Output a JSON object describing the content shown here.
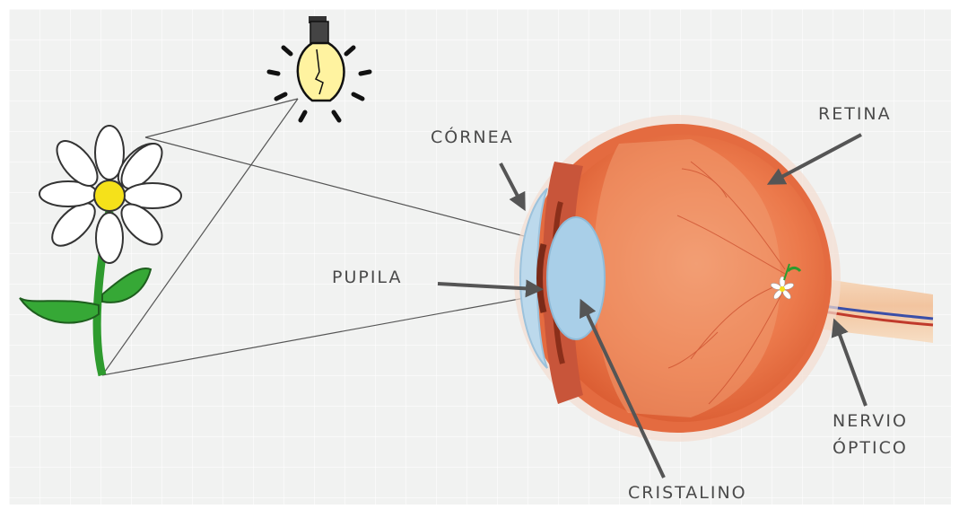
{
  "labels": {
    "cornea": "CÓRNEA",
    "retina": "RETINA",
    "pupila": "PUPILA",
    "cristalino": "CRISTALINO",
    "nervio_line1": "NERVIO",
    "nervio_line2": "ÓPTICO"
  },
  "colors": {
    "background": "#f1f2f1",
    "eye_outer": "#e9673c",
    "eye_inner": "#ee8b5e",
    "cornea": "#bcd9ec",
    "lens": "#a9cfe8",
    "nerve": "#f4c9a4",
    "arrow": "#555555",
    "petal": "#ffffff",
    "flower_center": "#f5e11a",
    "leaf": "#2e9b2e",
    "bulb": "#fff3a0"
  },
  "icons": {
    "flower": "daisy-icon",
    "bulb": "light-bulb-icon",
    "eye": "eye-cross-section"
  }
}
